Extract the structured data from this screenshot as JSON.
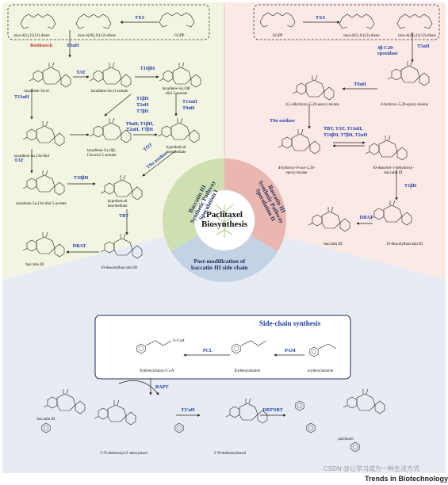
{
  "center": {
    "title_line1": "Paclitaxel",
    "title_line2": "Biosynthesis"
  },
  "wheel": {
    "spec1": [
      "Baccatin III",
      "Synthetic Pathway",
      "Speculation I"
    ],
    "spec2": [
      "Baccatin III",
      "Synthetic Pathway",
      "Speculation II"
    ],
    "post": [
      "Post-modification of",
      "baccatin III side chain"
    ]
  },
  "spec1": {
    "compounds": {
      "c1": "taxa-4(5),11(12)-diene",
      "c2": "taxa-4(20),11(12)-diene",
      "c3": "GGPP",
      "c4": "taxadiene-5α-ol",
      "c5": "taxadiene-5α-yl acetate",
      "c6a": "taxadiene-5α,10β",
      "c6b": "-diol 5-acetate",
      "c7": "taxadiene-5α,13α-diol",
      "c8a": "taxadiene-5α,10β,",
      "c8b": "13α-triol 5-acetate",
      "c9a": "hypothetical",
      "c9b": "intermediate",
      "c10": "taxadiene-5α,13α-diol 5-acetate",
      "c11a": "hypothetical",
      "c11b": "intermediate",
      "c12": "10-deacetylbaccatin III",
      "c13": "baccatin III"
    },
    "enzymes": {
      "e1": "TXS",
      "bottleneck": "Bottleneck",
      "e2": "T5αH",
      "e3": "TAT",
      "e4": "T10βH",
      "e5": "T13αH",
      "e6a": "T1βH",
      "e6b": "T2αH",
      "e6c": "T7βH",
      "e7a": "T13αH",
      "e7b": "T9αH",
      "e8a": "T9αH, T1βH,",
      "e8b": "T2αH, T7βH",
      "e9": "TAT",
      "e10": "T10βH",
      "e11a": "TOT",
      "e11b": "T9α oxidase",
      "e12": "TBT",
      "e13": "DBAT"
    }
  },
  "spec2": {
    "compounds": {
      "c1": "GGPP",
      "c2": "taxa-4(5),11(12)-diene",
      "c3": "taxa-4(20),11(12)-diene",
      "c4a": "4,5-dihydroxy-5,20-epoxy-taxane",
      "c5": "4-hydroxy-5,20-epoxy-taxane",
      "c6a": "4-hydroxy-9-oxo-5,20-",
      "c6b": "epoxy-taxane",
      "c7a": "10-deacetyl-1-dehydroxy-",
      "c7b": "baccatin III",
      "c8": "baccatin III",
      "c9": "10-deacetylbaccatin III"
    },
    "enzymes": {
      "e1": "TXS",
      "e2a": "4β-C20-",
      "e2b": "epoxidase",
      "e3": "T5αH",
      "e4": "T9αH",
      "e5": "T9α oxidase",
      "e6a": "TBT, TAT, T13αH,",
      "e6b": "T10βH, T7βH, T2αH",
      "e7": "T1βH",
      "e8": "DBAT"
    }
  },
  "sidechain": {
    "title": "Side-chain synthesis",
    "compounds": {
      "s1": "β-phenylalanoyl CoA",
      "s2": "β-phenylalanine",
      "s3": "α-phenylalanine"
    },
    "enzymes": {
      "pcl": "PCL",
      "pam": "PAM"
    }
  },
  "post": {
    "compounds": {
      "p1": "baccatin III",
      "p2": "3'-N-debenzoyl-2'-deoxytaxol",
      "p3": "3'-N-debenzoyltaxol",
      "p4": "paclitaxel"
    },
    "enzymes": {
      "bapt": "BAPT",
      "t2": "T2'αH",
      "dbtnbt": "DBTNBT"
    },
    "atoms": {
      "s_coa": "S–CoA"
    }
  },
  "footer": {
    "journal": "Trends in Biotechnology",
    "watermark": "CSDN @让学习成为一种生活方式"
  },
  "colors": {
    "spec1_bg": "#f3f5e2",
    "spec2_bg": "#fbe9e6",
    "post_bg": "#e7ecf4",
    "wheel_green": "#cfe0b0",
    "wheel_red": "#e9b7b0",
    "wheel_blue": "#c4d2e6",
    "enzyme": "#1f3fa8",
    "bottleneck": "#c0392b"
  }
}
